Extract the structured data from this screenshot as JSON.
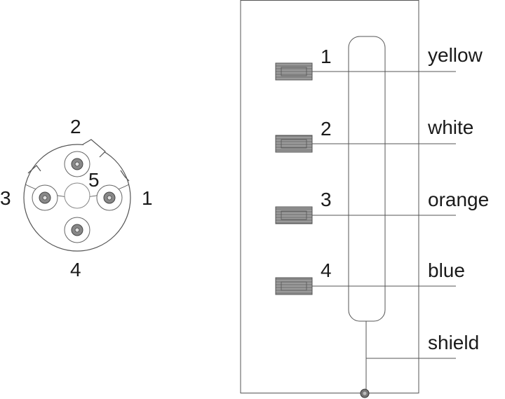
{
  "connector": {
    "pin_labels": [
      {
        "id": "pin-1",
        "text": "1"
      },
      {
        "id": "pin-2",
        "text": "2"
      },
      {
        "id": "pin-3",
        "text": "3"
      },
      {
        "id": "pin-4",
        "text": "4"
      },
      {
        "id": "pin-5",
        "text": "5"
      }
    ]
  },
  "wiring": {
    "rows": [
      {
        "pin": "1",
        "color": "yellow"
      },
      {
        "pin": "2",
        "color": "white"
      },
      {
        "pin": "3",
        "color": "orange"
      },
      {
        "pin": "4",
        "color": "blue"
      }
    ],
    "shield_label": "shield"
  },
  "colors": {
    "line": "#555555",
    "contact_fill": "#8a8a8a",
    "text": "#1a1a1a"
  }
}
